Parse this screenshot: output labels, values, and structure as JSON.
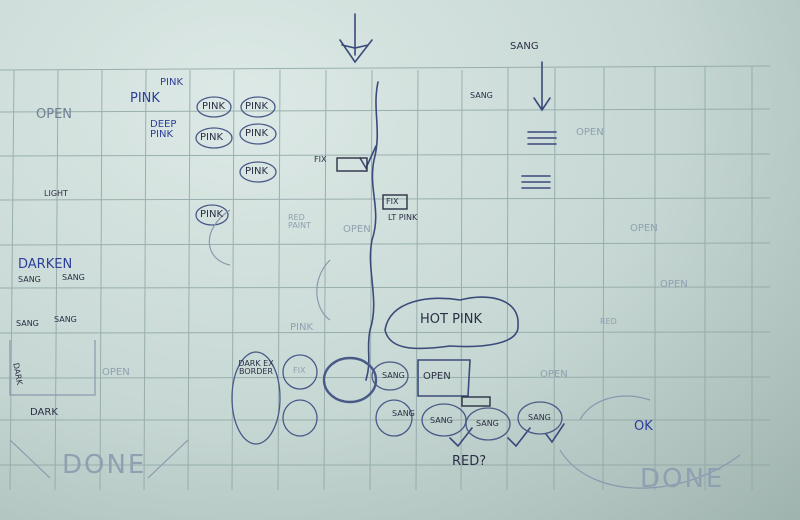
{
  "sketch": {
    "top_row": [
      {
        "id": "pink-1",
        "text": "PINK"
      },
      {
        "id": "pink-2",
        "text": "PINK"
      },
      {
        "id": "pink-3",
        "text": "PINK"
      },
      {
        "id": "pink-4",
        "text": "PINK"
      },
      {
        "id": "deep-pink",
        "text": "DEEP PINK"
      },
      {
        "id": "pink-5",
        "text": "PINK"
      },
      {
        "id": "pink-6",
        "text": "PINK"
      },
      {
        "id": "pink-7",
        "text": "PINK"
      },
      {
        "id": "pink-8",
        "text": "PINK"
      }
    ],
    "labels": {
      "open_top_left": "OPEN",
      "light": "LIGHT",
      "darken": "DARKEN",
      "sang_left_1": "SANG",
      "sang_left_2": "SANG",
      "sang_left_3": "SANG",
      "sang_left_4": "SANG",
      "dark_1": "DARK",
      "dark_2": "DARK",
      "open_left": "OPEN",
      "done_left": "DONE",
      "fix_1": "FIX",
      "fix_2": "FIX",
      "lt_pink": "LT PINK",
      "red_paint": "RED PAINT",
      "open_mid": "OPEN",
      "hot_pink": "HOT PINK",
      "sang_top_right": "SANG",
      "sang_arrow_note": "SANG",
      "open_right_1": "OPEN",
      "open_right_2": "OPEN",
      "open_box": "OPEN",
      "sang_row_1": "SANG",
      "sang_row_2": "SANG",
      "sang_row_3": "SANG",
      "sang_row_4": "SANG",
      "sang_row_5": "SANG",
      "red_question": "RED?",
      "ok": "OK",
      "done_right": "DONE",
      "dark_ex_border": "DARK EX BORDER",
      "fix_circle": "FIX",
      "pink_mid": "PINK",
      "open_faint_1": "OPEN",
      "open_faint_2": "OPEN",
      "red_faint": "RED"
    },
    "colors": {
      "paper": "#c9dad6",
      "grid_line": "#8fa7a6",
      "pencil": "#5d6d84",
      "blue_ink": "#2c3f9a"
    }
  }
}
